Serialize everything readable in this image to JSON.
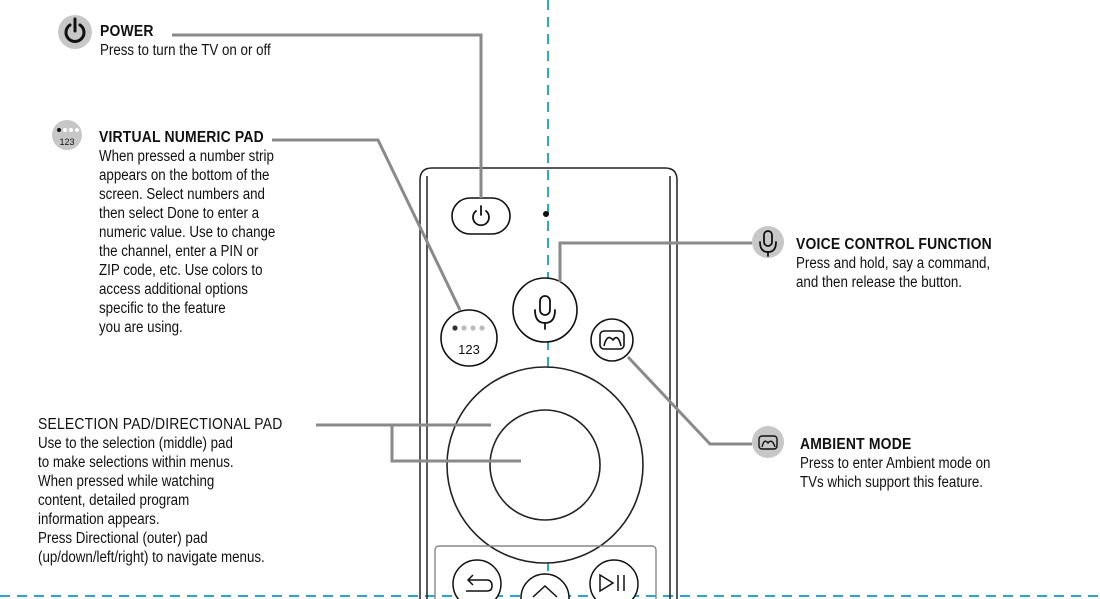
{
  "power": {
    "title": "POWER",
    "description": [
      "Press to turn the TV on or off"
    ]
  },
  "virtual_numeric_pad": {
    "title": "VIRTUAL NUMERIC PAD",
    "icon_label": "123",
    "description": [
      "When pressed a number strip",
      "appears on the bottom of the",
      "screen. Select numbers and",
      "then select Done to enter a",
      "numeric value. Use to change",
      "the channel, enter a PIN or",
      "ZIP code, etc. Use colors to",
      "access additional options",
      "specific to the feature",
      "you are using."
    ]
  },
  "selection_pad": {
    "title": "SELECTION PAD/DIRECTIONAL PAD",
    "description": [
      "Use to the selection (middle) pad",
      "to make selections within menus.",
      "When pressed while watching",
      "content, detailed program",
      "information appears.",
      "Press Directional (outer) pad",
      "(up/down/left/right) to navigate menus."
    ]
  },
  "voice_control": {
    "title": "VOICE CONTROL FUNCTION",
    "description": [
      "Press and hold, say a command,",
      "and then release the button."
    ]
  },
  "ambient_mode": {
    "title": "AMBIENT MODE",
    "description": [
      "Press to enter Ambient mode on",
      "TVs which support this feature."
    ]
  },
  "remote": {
    "numeric_button_label": "123"
  },
  "icons": [
    "power-icon",
    "numeric-pad-icon",
    "microphone-icon",
    "ambient-mode-icon",
    "back-arrow-icon",
    "home-icon",
    "play-pause-icon"
  ],
  "colors": {
    "guide_line": "#2aa7c9",
    "leader_line": "#8a8a8a",
    "icon_badge": "#c7c7c7",
    "text": "#111111"
  }
}
